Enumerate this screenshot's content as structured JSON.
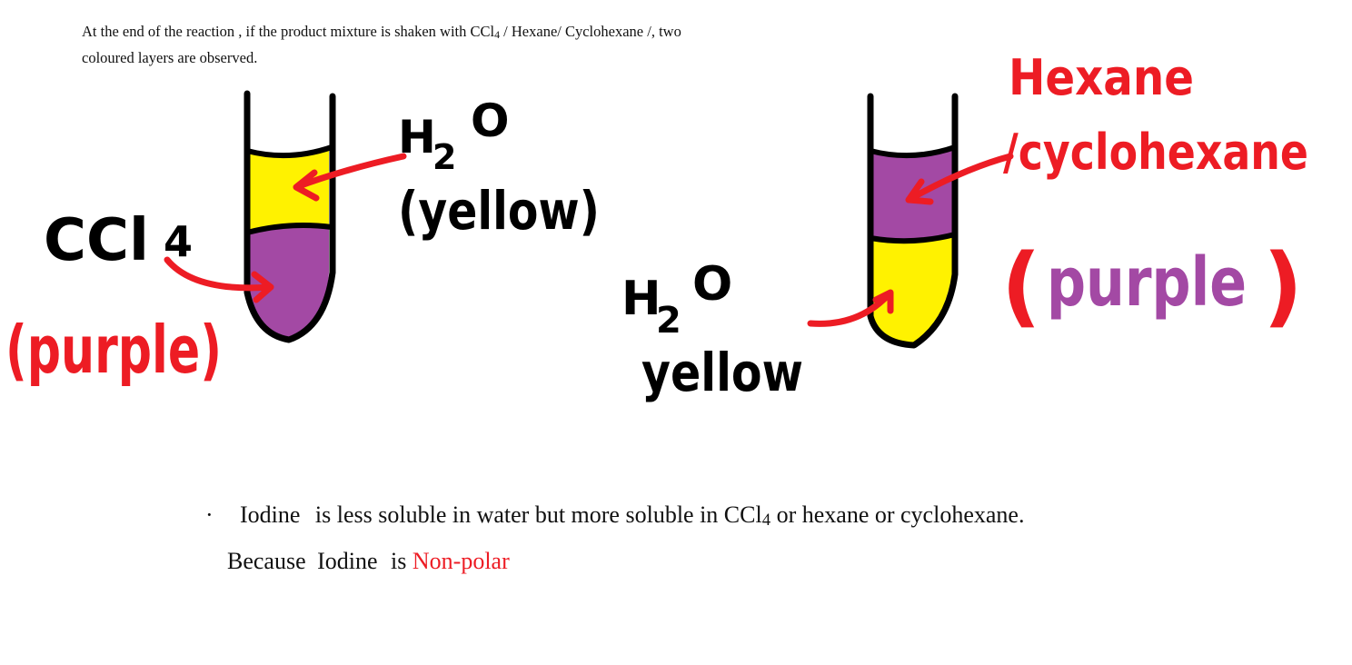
{
  "intro": {
    "line1_pre": "At the end of the reaction , if the product mixture is shaken with CCl",
    "line1_sub": "4",
    "line1_post": " / Hexane/ Cyclohexane /, two",
    "line2": "coloured layers are observed."
  },
  "left_tube": {
    "top_label_main": "H",
    "top_label_sub": "2",
    "top_label_o": "O",
    "top_label_colour": "(yellow)",
    "bottom_label_main": "CCl",
    "bottom_label_sub": "4",
    "bottom_label_colour": "(purple)"
  },
  "right_tube": {
    "top_label_line1": "Hexane",
    "top_label_line2": "/cyclohexane",
    "top_label_colour_open": "(",
    "top_label_colour_word": "purple",
    "top_label_colour_close": ")",
    "bottom_label_main": "H",
    "bottom_label_sub": "2",
    "bottom_label_o": "O",
    "bottom_label_colour": "yellow"
  },
  "notes": {
    "bullet": "·",
    "line1_subject": "Iodine",
    "line1_pre": " is less soluble in water but more soluble in CCl",
    "line1_sub": "4",
    "line1_post": " or hexane or cyclohexane.",
    "line2_pre": "Because",
    "line2_subject": "Iodine",
    "line2_mid": "is",
    "line2_emph": "Non-polar"
  },
  "colors": {
    "yellow_layer": "#fff200",
    "purple_layer": "#a349a4",
    "arrow_red": "#ed1c24",
    "outline": "#000000"
  }
}
